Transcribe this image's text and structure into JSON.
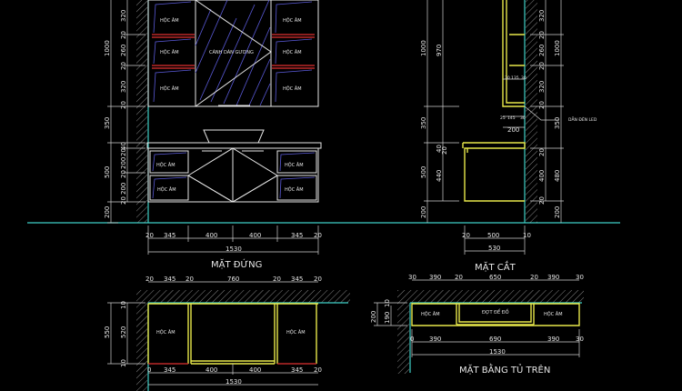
{
  "colors": {
    "background": "#000000",
    "outline": "#e6e6e6",
    "yellow": "#e8e84a",
    "cyan": "#3fd0c8",
    "red": "#e03030",
    "blue": "#5a5ad8"
  },
  "labels": {
    "hoc_am": "HỘC ÂM",
    "canh_dan_guong": "CÁNH DÁN GƯƠNG",
    "dan_den_led": "DẪN ĐÈN LED",
    "dot_de_do": "ĐỢT ĐỂ ĐỒ"
  },
  "titles": {
    "elevation": "MẶT ĐỨNG",
    "section": "MẶT CẮT",
    "plan_upper": "MẶT BẰNG TỦ TRÊN"
  },
  "elevation_dims": {
    "left_outer": [
      "1000",
      "350",
      "500",
      "200"
    ],
    "left_inner_upper": [
      "320",
      "20",
      "260",
      "20",
      "320",
      "20"
    ],
    "left_inner_lower": [
      "40",
      "20",
      "200",
      "20",
      "200",
      "20"
    ],
    "bottom": [
      "20",
      "345",
      "400",
      "400",
      "345",
      "20"
    ],
    "total": "1530"
  },
  "section_dims": {
    "left_outer": [
      "1000",
      "350",
      "500",
      "200"
    ],
    "left_inner": [
      "970",
      "40",
      "20",
      "440"
    ],
    "right_inner": [
      "320",
      "20",
      "260",
      "20",
      "320",
      "20",
      "20",
      "400",
      "20"
    ],
    "right_outer": [
      "1000",
      "350",
      "480",
      "200"
    ],
    "upper_depth": [
      "30",
      "135",
      "30"
    ],
    "led_depth": [
      "25",
      "145",
      "30"
    ],
    "upper_total": "200",
    "bottom": [
      "20",
      "500",
      "10"
    ],
    "total": "530"
  },
  "plan_lower_dims": {
    "top": [
      "20",
      "345",
      "20",
      "760",
      "20",
      "345",
      "20"
    ],
    "left": [
      "550",
      "520",
      "10",
      "10"
    ],
    "bottom": [
      "0",
      "345",
      "400",
      "400",
      "345",
      "20"
    ],
    "total": "1530"
  },
  "plan_upper_dims": {
    "top": [
      "30",
      "390",
      "20",
      "650",
      "20",
      "390",
      "30"
    ],
    "left": [
      "200",
      "190",
      "10"
    ],
    "bottom": [
      "0",
      "390",
      "690",
      "390",
      "30"
    ],
    "total": "1530"
  }
}
